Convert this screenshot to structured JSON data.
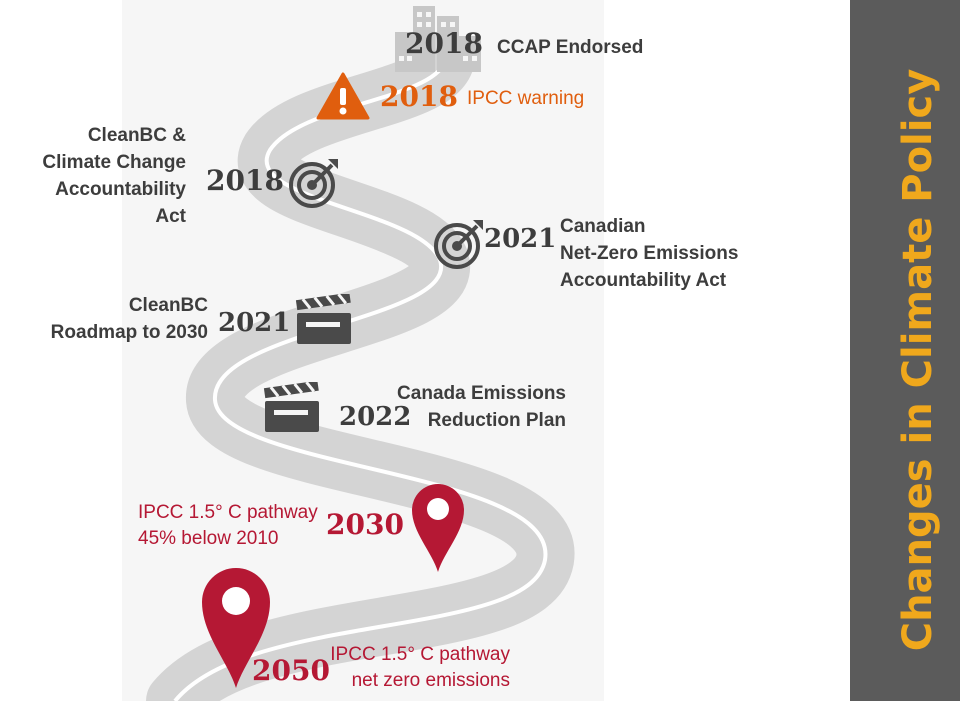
{
  "sidebar": {
    "title": "Changes in Climate Policy",
    "background": "#5b5b5b",
    "title_color": "#f0a81c"
  },
  "colors": {
    "road": "#d4d4d4",
    "road_line": "#ffffff",
    "icon_gray": "#4a4a4a",
    "warning_orange": "#e05e0e",
    "pin_red": "#b51834",
    "text_dark": "#3d3d3d"
  },
  "milestones": [
    {
      "id": "ccap",
      "year": "2018",
      "label": "CCAP Endorsed",
      "icon": "building-icon"
    },
    {
      "id": "ipcc-warning",
      "year": "2018",
      "label": "IPCC warning",
      "icon": "warning-icon"
    },
    {
      "id": "cleanbc-act",
      "year": "2018",
      "label_lines": [
        "CleanBC &",
        "Climate Change",
        "Accountability",
        "Act"
      ],
      "icon": "target-icon"
    },
    {
      "id": "net-zero-act",
      "year": "2021",
      "label_lines": [
        "Canadian",
        "Net-Zero Emissions",
        "Accountability Act"
      ],
      "icon": "target-icon"
    },
    {
      "id": "cleanbc-roadmap",
      "year": "2021",
      "label_lines": [
        "CleanBC",
        "Roadmap to 2030"
      ],
      "icon": "clapperboard-icon"
    },
    {
      "id": "emissions-plan",
      "year": "2022",
      "label_lines": [
        "Canada Emissions",
        "Reduction Plan"
      ],
      "icon": "clapperboard-icon"
    },
    {
      "id": "ipcc-2030",
      "year": "2030",
      "label_lines": [
        "IPCC 1.5° C pathway",
        "45% below 2010"
      ],
      "icon": "map-pin-icon"
    },
    {
      "id": "ipcc-2050",
      "year": "2050",
      "label_lines": [
        "IPCC 1.5° C pathway",
        "net zero emissions"
      ],
      "icon": "map-pin-icon"
    }
  ]
}
